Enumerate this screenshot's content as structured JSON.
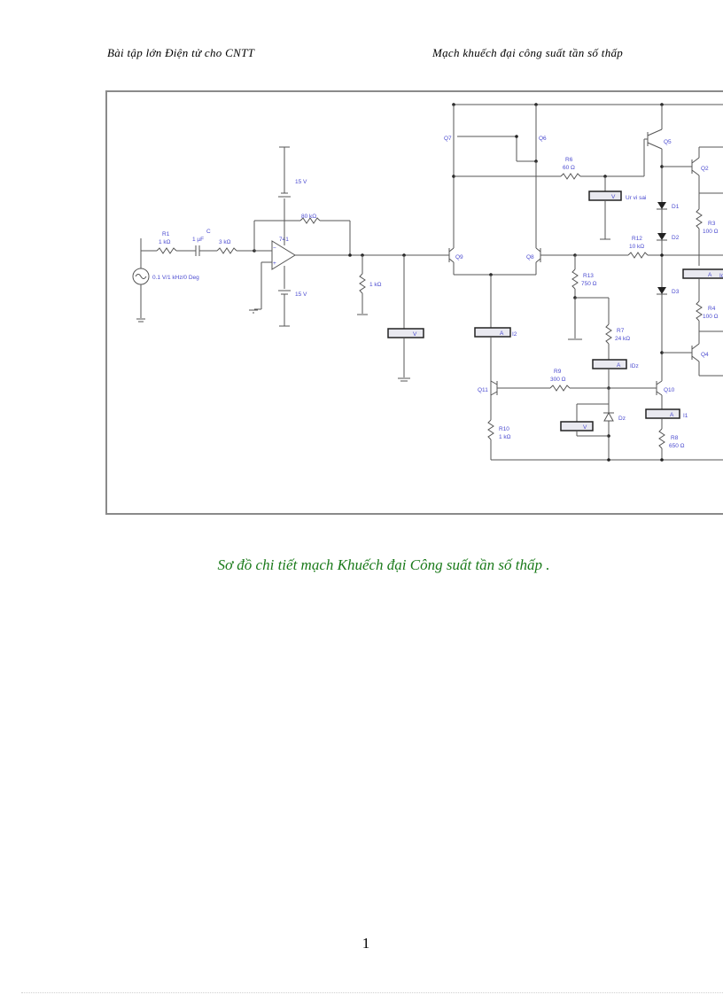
{
  "header": {
    "left": "Bài tập lớn Điện tử cho CNTT",
    "right": "Mạch khuếch đại công suất tần số thấp"
  },
  "figure": {
    "labels": {
      "r1": "R1",
      "r1_val": "1 kΩ",
      "c": "C",
      "c_val": "1 µF",
      "r2_val": "3 kΩ",
      "source": "0.1 V/1 kHz/0 Deg",
      "vplus": "15 V",
      "vminus": "15 V",
      "rf": "80 kΩ",
      "opamp": "741",
      "rload": "1 kΩ",
      "q7": "Q7",
      "q6": "Q6",
      "q5": "Q5",
      "q2": "Q2",
      "q9": "Q9",
      "q8": "Q8",
      "q4": "Q4",
      "q11": "Q11",
      "q10": "Q10",
      "r6": "R6",
      "r6_val": "60 Ω",
      "urv": "Ur vi sai",
      "d1": "D1",
      "d2": "D2",
      "d3": "D3",
      "r3": "R3",
      "r3_val": "100 Ω",
      "r4": "R4",
      "r4_val": "100 Ω",
      "r12": "R12",
      "r12_val": "10 kΩ",
      "r13": "R13",
      "r13_val": "750 Ω",
      "r7": "R7",
      "r7_val": "24 kΩ",
      "r9": "R9",
      "r9_val": "300 Ω",
      "r10": "R10",
      "r10_val": "1 kΩ",
      "r8": "R8",
      "r8_val": "650 Ω",
      "dz": "Dz",
      "idz": "IDz",
      "i2": "I2",
      "i1": "I1",
      "ic": "Ic",
      "meter_v": "V",
      "meter_a": "A"
    }
  },
  "caption": "Sơ đồ chi tiết mạch Khuếch đại Công suất tần số thấp .",
  "page_number": "1"
}
